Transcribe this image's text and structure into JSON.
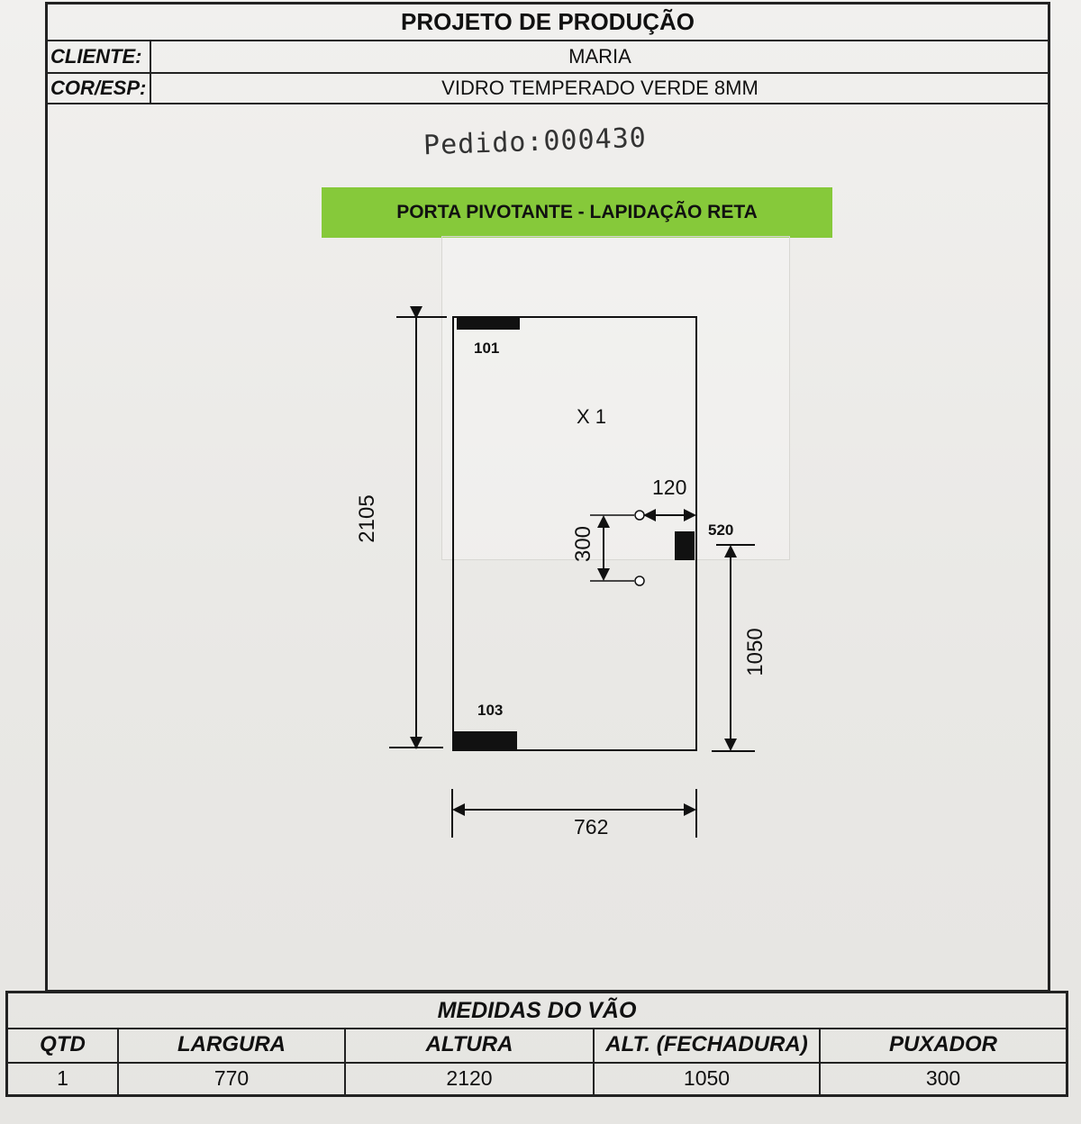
{
  "header": {
    "title": "PROJETO DE PRODUÇÃO",
    "client_label": "CLIENTE:",
    "client_value": "MARIA",
    "color_label": "COR/ESP:",
    "color_value": "VIDRO TEMPERADO VERDE 8MM"
  },
  "handwritten_order": "Pedido:000430",
  "product_banner": "PORTA PIVOTANTE - LAPIDAÇÃO RETA",
  "drawing": {
    "height": "2105",
    "width": "762",
    "top_pivot": "101",
    "bottom_pivot": "103",
    "quantity_mark": "X 1",
    "handle_offset": "120",
    "handle_spacing": "300",
    "lock_width": "520",
    "lock_height": "1050"
  },
  "measures": {
    "title": "MEDIDAS DO VÃO",
    "columns": [
      {
        "header": "QTD",
        "value": "1"
      },
      {
        "header": "LARGURA",
        "value": "770"
      },
      {
        "header": "ALTURA",
        "value": "2120"
      },
      {
        "header": "ALT. (FECHADURA)",
        "value": "1050"
      },
      {
        "header": "PUXADOR",
        "value": "300"
      }
    ]
  }
}
